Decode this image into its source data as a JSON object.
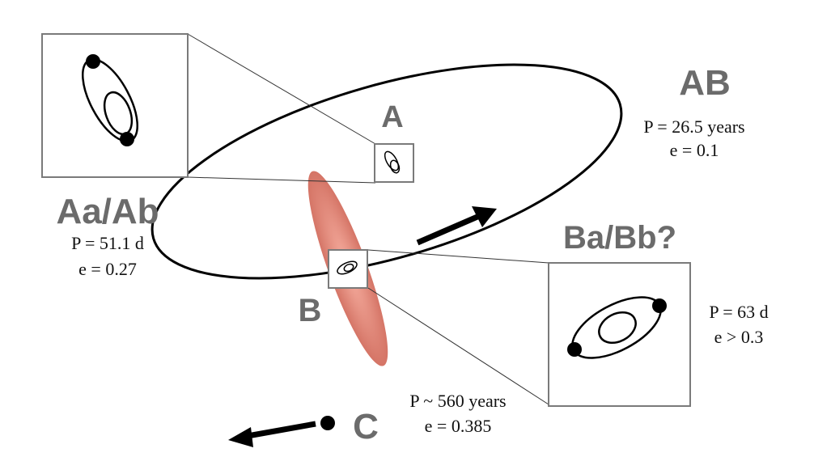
{
  "systems": {
    "ab": {
      "label": "AB",
      "period": "P = 26.5 years",
      "eccentricity": "e = 0.1"
    },
    "a": {
      "label": "A"
    },
    "aa_ab": {
      "label": "Aa/Ab",
      "period": "P = 51.1 d",
      "eccentricity": "e = 0.27"
    },
    "b": {
      "label": "B"
    },
    "ba_bb": {
      "label": "Ba/Bb?",
      "period": "P = 63 d",
      "eccentricity": "e > 0.3"
    },
    "c": {
      "label": "C",
      "period": "P ~ 560 years",
      "eccentricity": "e = 0.385"
    }
  },
  "colors": {
    "label_gray": "#6b6b6b",
    "orbit_black": "#000000",
    "box_gray": "#7a7a7a",
    "c_orbit_fill_center": "#f29a8a",
    "c_orbit_fill_edge": "#cf5a4c"
  }
}
